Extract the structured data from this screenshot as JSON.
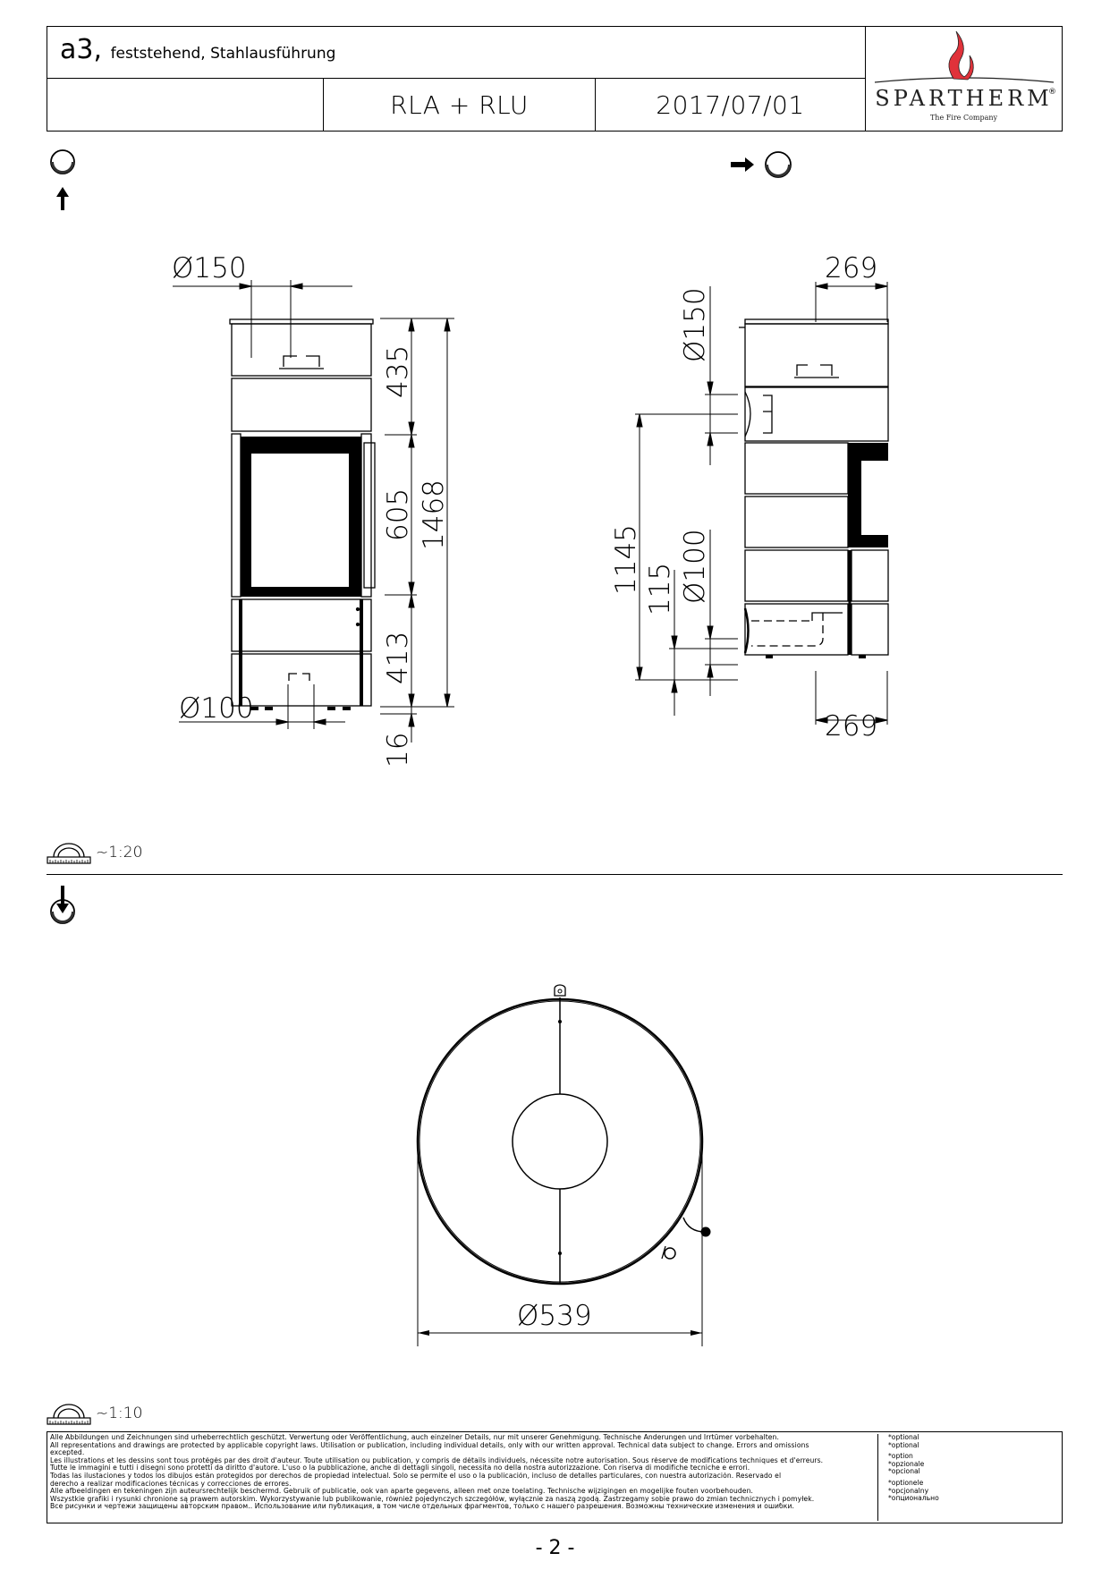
{
  "header": {
    "model": "a3,",
    "description": "feststehend, Stahlausführung",
    "cell_empty": "",
    "variant": "RLA + RLU",
    "date": "2017/07/01",
    "logo": {
      "brand": "SPARTHERM",
      "tagline": "The Fire Company",
      "registered": "®",
      "flame_color": "#e0323a"
    }
  },
  "views": {
    "front_view_icon": "view-from-front-icon",
    "side_view_icon": "view-from-side-icon",
    "top_view_icon": "view-from-top-icon"
  },
  "front_view": {
    "flue_top_label": "Ø150",
    "flue_bottom_label": "Ø100",
    "dim_top_section": "435",
    "dim_door_section": "605",
    "dim_bottom_section": "413",
    "dim_total_height": "1468",
    "dim_feet": "16"
  },
  "side_view": {
    "width_top_label": "269",
    "width_bottom_label": "269",
    "flue_rear_top_label": "Ø150",
    "flue_rear_bottom_label": "Ø100",
    "dim_flue_height": "1145",
    "dim_flue_low_height": "115"
  },
  "scale_1": {
    "icon": "scale-ruler-icon",
    "label": "~1:20"
  },
  "top_view": {
    "diameter_label": "Ø539"
  },
  "scale_2": {
    "icon": "scale-ruler-icon",
    "label": "~1:10"
  },
  "legal": {
    "lines": [
      "Alle Abbildungen und Zeichnungen sind urheberrechtlich geschützt. Verwertung oder Veröffentlichung, auch einzelner Details, nur mit unserer Genehmigung. Technische Änderungen und Irrtümer vorbehalten.",
      "All representations and drawings are protected by applicable copyright laws. Utilisation or publication, including individual details, only with our written approval. Technical data subject to change. Errors and omissions",
      "excepted.",
      "Les illustrations et les dessins sont tous protégés par des droit d'auteur. Toute utilisation ou publication, y compris de détails individuels, nécessite notre autorisation. Sous réserve de modifications techniques et d'erreurs.",
      "Tutte le immagini e tutti i disegni sono protetti da diritto d'autore. L'uso o la pubblicazione, anche di dettagli singoli, necessita no della nostra autorizzazione. Con riserva di modifiche tecniche e errori.",
      "Todas las ilustaciones y todos los dibujos están protegidos por derechos de propiedad intelectual. Solo se permite el uso o la publicación, incluso de detalles particulares, con nuestra autorización. Reservado el",
      "derecho a realizar modificaciones técnicas y correcciones de errores.",
      "Alle afbeeldingen en tekeningen zijn auteursrechtelijk beschermd. Gebruik of publicatie, ook van aparte gegevens, alleen met onze toelating. Technische wijzigingen en mogelijke fouten voorbehouden.",
      "Wszystkie grafiki i rysunki chronione są prawem autorskim. Wykorzystywanie lub publikowanie, również pojedynczych szczegółów, wyłącznie za naszą zgodą. Zastrzegamy sobie prawo do zmian technicznych i pomyłek.",
      "Все рисунки и чертежи защищены авторским правом.. Использование или публикация, в том числе отдельных фрагментов, только с нашего разрешения. Возможны технические изменения и ошибки."
    ],
    "optional": {
      "group1": [
        "*optional",
        "*optional"
      ],
      "group2": [
        "*option",
        "*opzionale",
        "*opcional"
      ],
      "group3": [
        "*optionele",
        "*opcjonalny",
        "*опционально"
      ]
    }
  },
  "footer": {
    "page_number": "- 2 -"
  }
}
